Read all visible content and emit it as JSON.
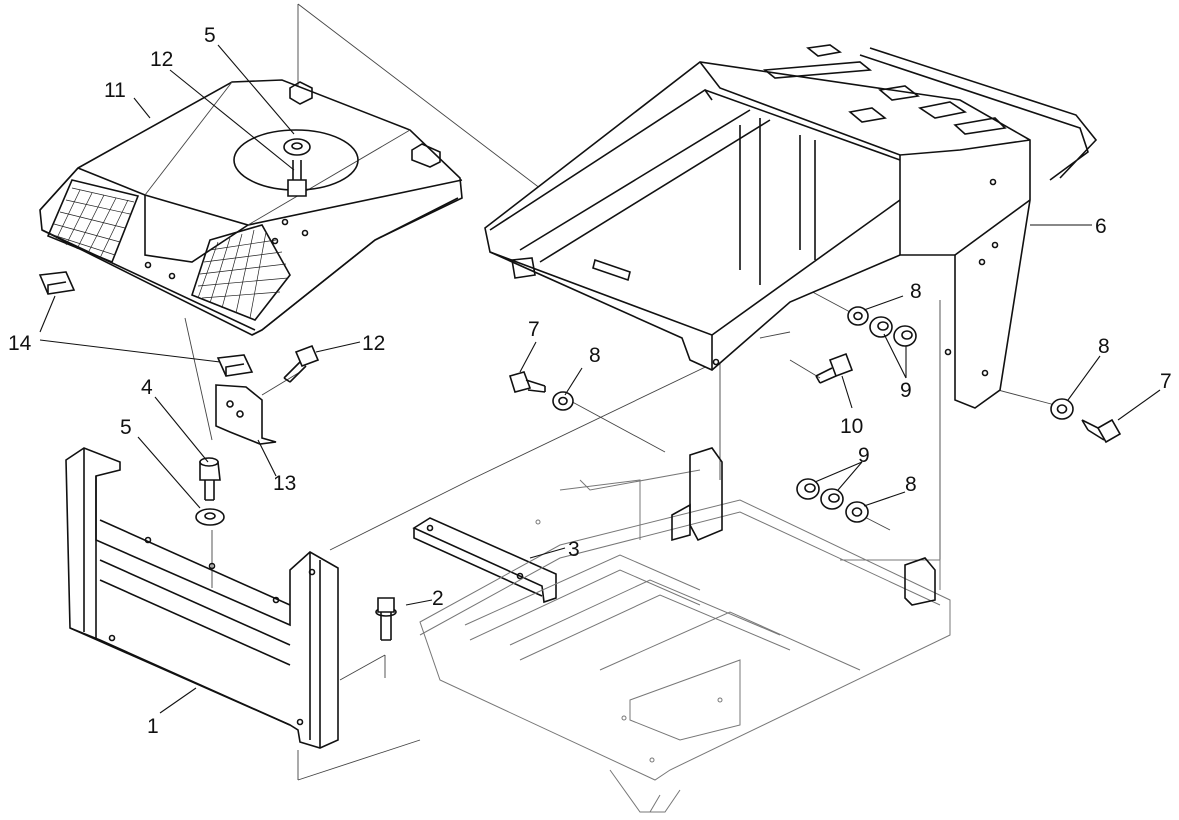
{
  "diagram": {
    "callouts": [
      {
        "id": "c1",
        "label": "1"
      },
      {
        "id": "c2",
        "label": "2"
      },
      {
        "id": "c3",
        "label": "3"
      },
      {
        "id": "c4",
        "label": "4"
      },
      {
        "id": "c5a",
        "label": "5"
      },
      {
        "id": "c5b",
        "label": "5"
      },
      {
        "id": "c6",
        "label": "6"
      },
      {
        "id": "c7a",
        "label": "7"
      },
      {
        "id": "c7b",
        "label": "7"
      },
      {
        "id": "c8a",
        "label": "8"
      },
      {
        "id": "c8b",
        "label": "8"
      },
      {
        "id": "c8c",
        "label": "8"
      },
      {
        "id": "c8d",
        "label": "8"
      },
      {
        "id": "c9a",
        "label": "9"
      },
      {
        "id": "c9b",
        "label": "9"
      },
      {
        "id": "c10",
        "label": "10"
      },
      {
        "id": "c11",
        "label": "11"
      },
      {
        "id": "c12a",
        "label": "12"
      },
      {
        "id": "c12b",
        "label": "12"
      },
      {
        "id": "c13",
        "label": "13"
      },
      {
        "id": "c14",
        "label": "14"
      }
    ],
    "colors": {
      "ink": "#111111",
      "line": "#444444",
      "background": "#ffffff"
    }
  }
}
